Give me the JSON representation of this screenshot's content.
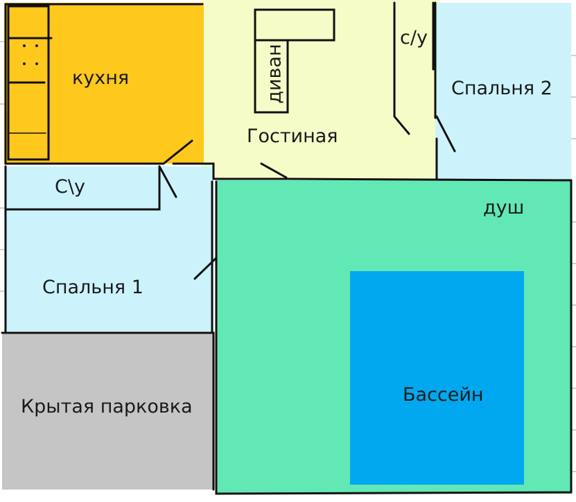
{
  "colors": {
    "kitchen": "#fec81c",
    "living": "#f5fcc8",
    "bedroom": "#ccf3fc",
    "pool_area": "#62e8b4",
    "pool": "#02a8ef",
    "parking": "#c5c5c5",
    "walls": "#111111",
    "background_brick": "#cfcfcf"
  },
  "rooms": {
    "kitchen": "кухня",
    "living_room": "Гостиная",
    "sofa": "диван",
    "bathroom_top": "с/у",
    "bedroom_2": "Спальня 2",
    "bathroom_left": "С\\у",
    "bedroom_1": "Спальня 1",
    "shower": "душ",
    "pool": "Бассейн",
    "parking": "Крытая парковка"
  }
}
